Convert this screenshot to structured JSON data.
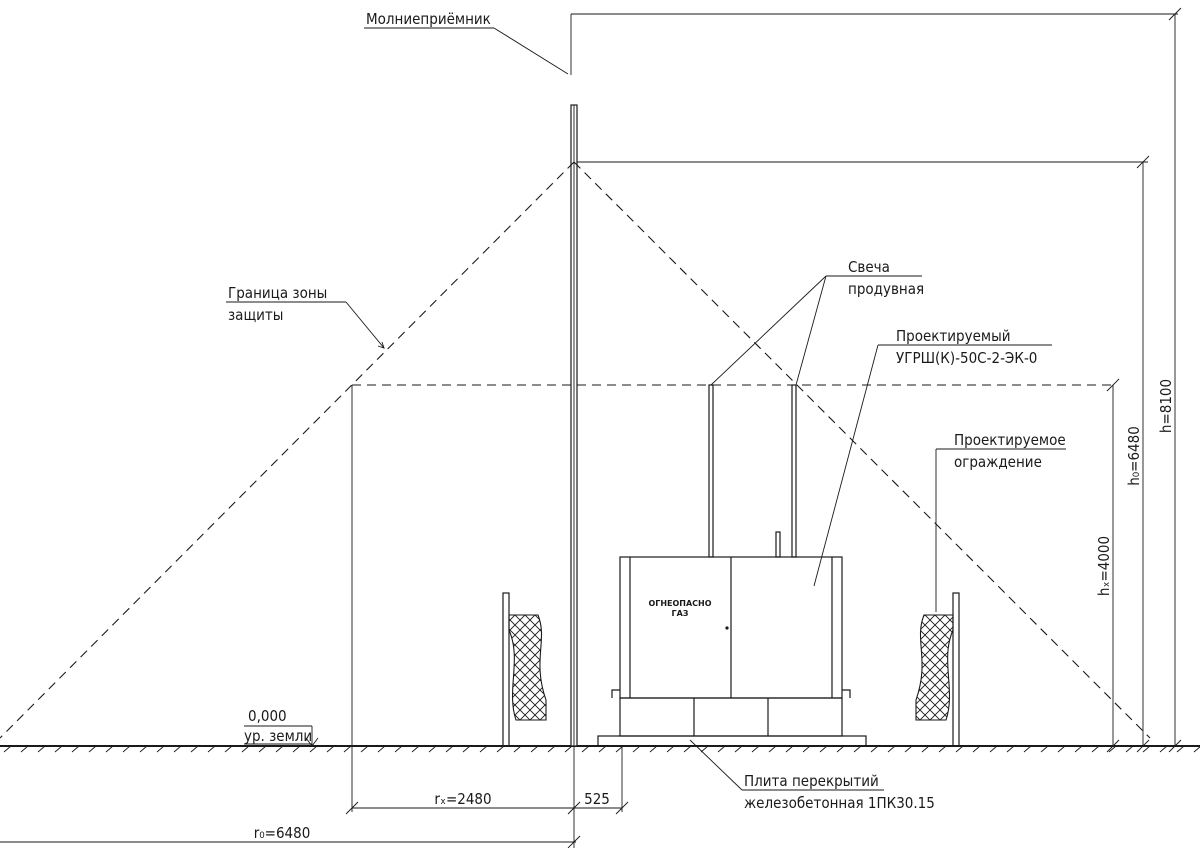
{
  "labels": {
    "rod": "Молниеприёмник",
    "zone_line1": "Граница зоны",
    "zone_line2": "защиты",
    "candle_line1": "Свеча",
    "candle_line2": "продувная",
    "ugrsh_line1": "Проектируемый",
    "ugrsh_line2": "УГРШ(К)-50С-2-ЭК-0",
    "fence_line1": "Проектируемое",
    "fence_line2": "ограждение",
    "ground_level_value": "0,000",
    "ground_level_text": "ур. земли",
    "slab_line1": "Плита перекрытий",
    "slab_line2": "железобетонная 1ПК30.15",
    "cabinet_line1": "ОГНЕОПАСНО",
    "cabinet_line2": "ГАЗ"
  },
  "dimensions": {
    "h": "h=8100",
    "h0": "h₀=6480",
    "hx": "hₓ=4000",
    "rx": "rₓ=2480",
    "offset": "525",
    "r0": "r₀=6480"
  }
}
